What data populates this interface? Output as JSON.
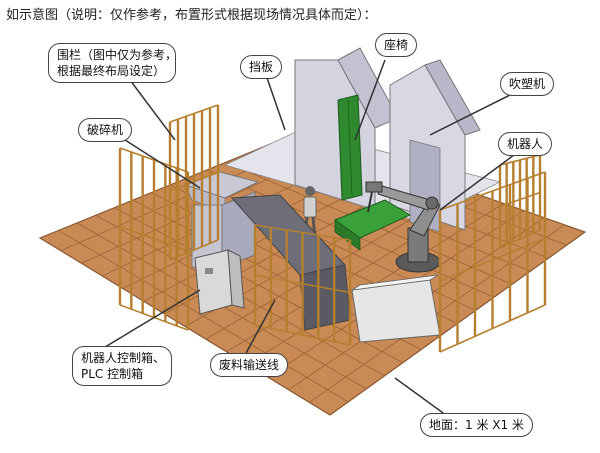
{
  "title": "如示意图（说明：仅作参考，布置形式根据现场情况具体而定）：",
  "labels": {
    "fence_line1": "围栏（图中仅为参考，",
    "fence_line2": "根据最终布局设定）",
    "seat": "座椅",
    "baffle": "挡板",
    "blow_molder": "吹塑机",
    "crusher": "破碎机",
    "robot": "机器人",
    "control_box_line1": "机器人控制箱、",
    "control_box_line2": "PLC 控制箱",
    "conveyor": "废料输送线",
    "floor": "地面：1 米 X1 米"
  },
  "colors": {
    "floor": "#c98a55",
    "floor_grid": "#9a6236",
    "fence": "#d7a24e",
    "machine": "#d8d8e4",
    "machine_dark": "#b4b4c6",
    "conveyor": "#6e6e78",
    "baffle": "#2f8a2f",
    "robot": "#8a8a8a",
    "control_box": "#d9d9d9"
  },
  "icons": [
    "operator-figure-icon",
    "robot-arm-icon"
  ]
}
